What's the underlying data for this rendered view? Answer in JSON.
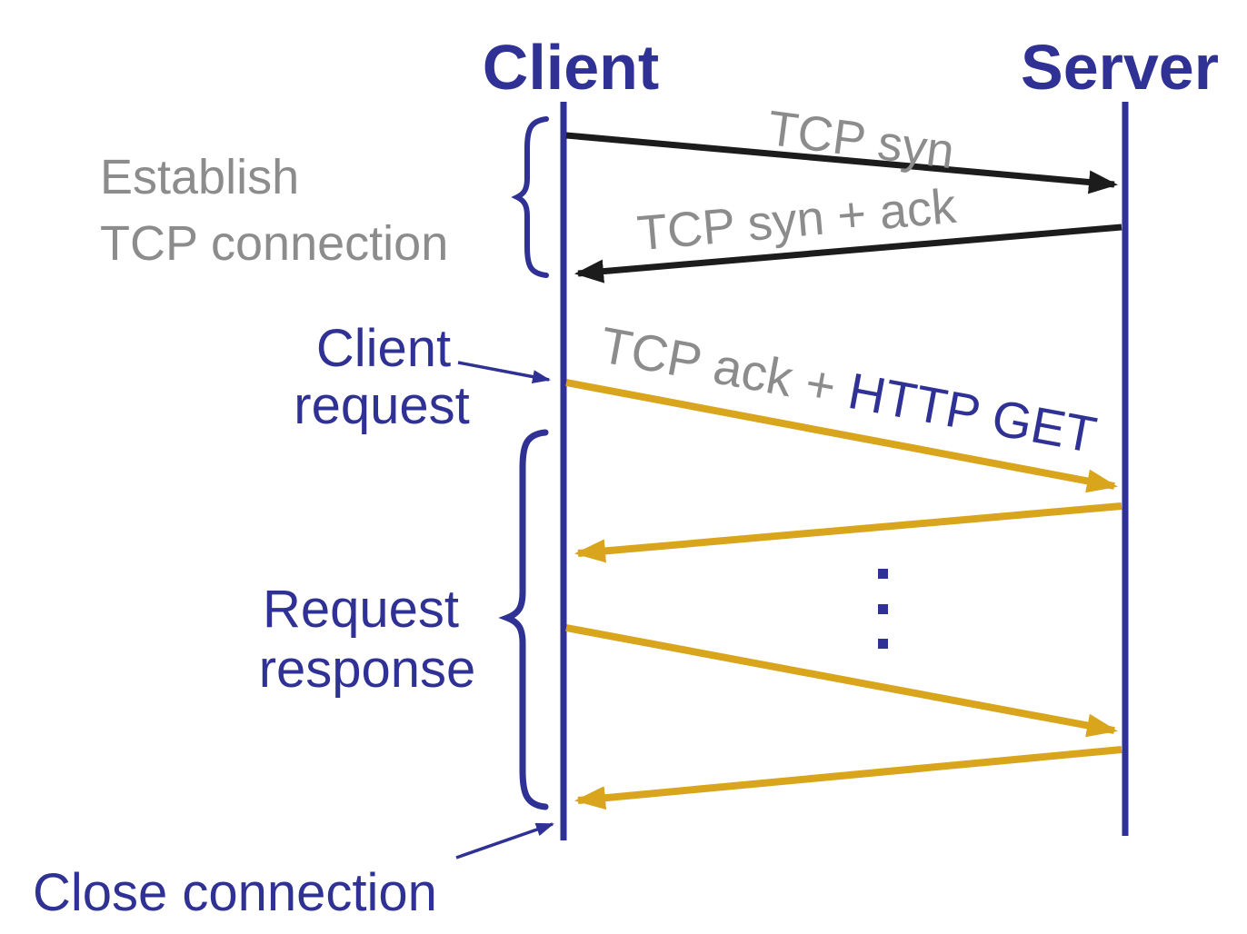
{
  "diagram": {
    "type": "sequence-diagram",
    "client_title": "Client",
    "server_title": "Server",
    "annotations": {
      "establish": {
        "line1": "Establish",
        "line2": "TCP connection"
      },
      "client_request": {
        "line1": "Client",
        "line2": "request"
      },
      "request_response": {
        "line1": "Request",
        "line2": "response"
      },
      "close_connection": "Close connection"
    },
    "sequence": [
      {
        "from": "client",
        "to": "server",
        "label": "TCP syn",
        "color": "black"
      },
      {
        "from": "server",
        "to": "client",
        "label": "TCP syn + ack",
        "color": "black"
      },
      {
        "from": "client",
        "to": "server",
        "label_gray": "TCP ack + ",
        "label_blue": "HTTP GET",
        "color": "gold"
      },
      {
        "from": "server",
        "to": "client",
        "label": "",
        "color": "gold"
      },
      {
        "from": "client",
        "to": "server",
        "label": "",
        "color": "gold"
      },
      {
        "from": "server",
        "to": "client",
        "label": "",
        "color": "gold"
      }
    ],
    "ellipsis_between": "response and next request (repeated exchanges)",
    "colors": {
      "blue": "#2F3194",
      "gray": "#8C8C8C",
      "gold": "#D8A51C",
      "black": "#1C1C1C",
      "background": "#FFFFFF"
    }
  }
}
